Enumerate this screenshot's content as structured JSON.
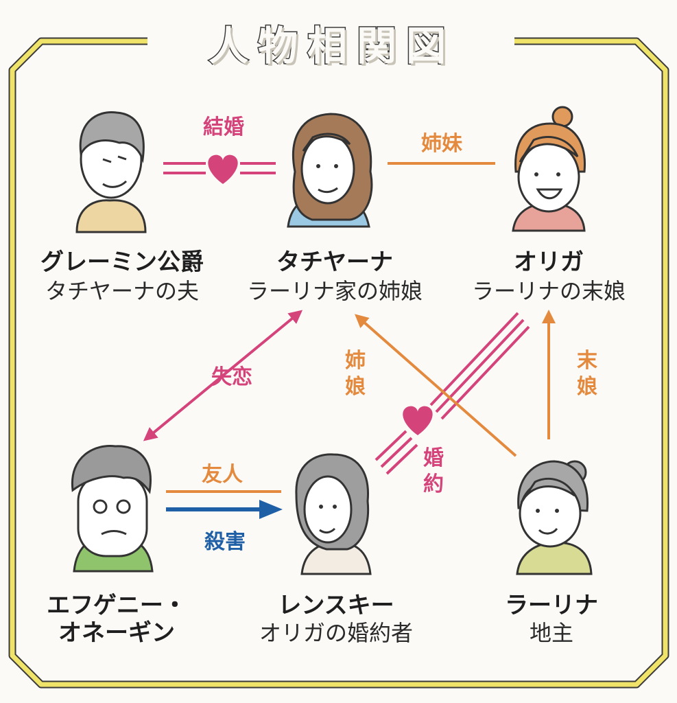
{
  "title_chars": [
    "人",
    "物",
    "相",
    "関",
    "図"
  ],
  "people": {
    "gremin": {
      "name": "グレーミン公爵",
      "role": "タチヤーナの夫"
    },
    "tatiana": {
      "name": "タチヤーナ",
      "role": "ラーリナ家の姉娘"
    },
    "olga": {
      "name": "オリガ",
      "role": "ラーリナの末娘"
    },
    "onegin": {
      "name_line1": "エフゲニー・",
      "name_line2": "オネーギン"
    },
    "lensky": {
      "name": "レンスキー",
      "role": "オリガの婚約者"
    },
    "larina": {
      "name": "ラーリナ",
      "role": "地主"
    }
  },
  "relations": {
    "marriage": "結婚",
    "sisters": "姉妹",
    "heartbreak": "失恋",
    "elder_daughter_1": "姉",
    "elder_daughter_2": "娘",
    "youngest_daughter_1": "末",
    "youngest_daughter_2": "娘",
    "engagement_1": "婚",
    "engagement_2": "約",
    "friends": "友人",
    "murder": "殺害"
  },
  "colors": {
    "frame_outer": "#3a3a3a",
    "frame_inner": "#efe36a",
    "pink": "#d4437a",
    "orange": "#e38a3f",
    "blue": "#1f5fa6"
  }
}
